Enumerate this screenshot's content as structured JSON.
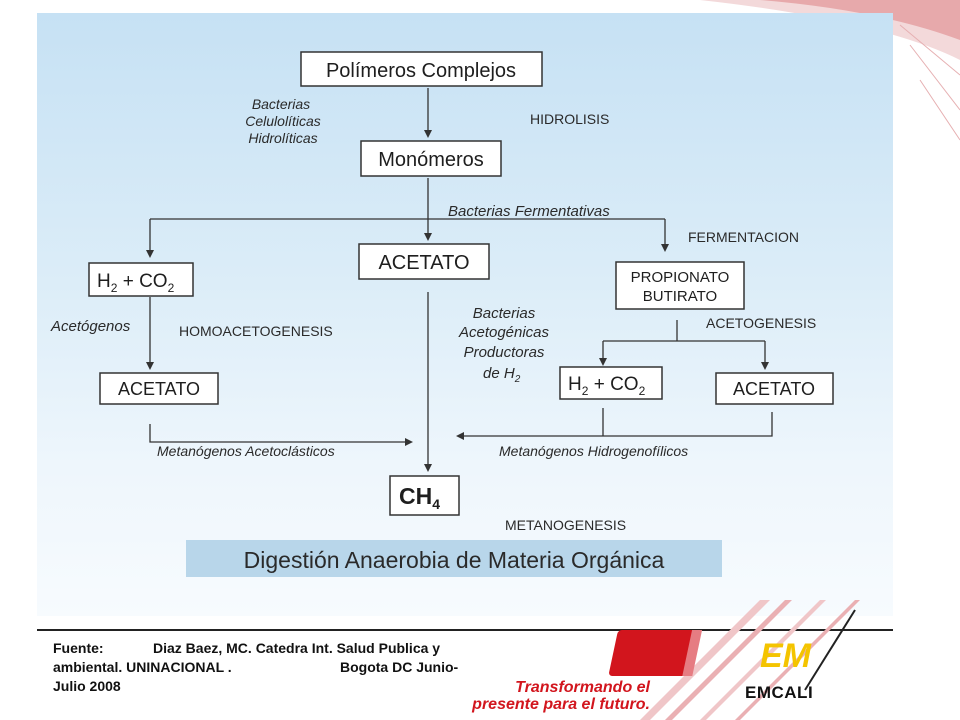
{
  "diagram": {
    "boxes": {
      "polimeros": "Polímeros Complejos",
      "monomeros": "Monómeros",
      "acetato_center": "ACETATO",
      "h2_left": "H",
      "h2_left_sub": "2",
      "h2_left_rest": " + CO",
      "h2_left_sub2": "2",
      "propionato_line1": "PROPIONATO",
      "propionato_line2": "BUTIRATO",
      "acetato_left": "ACETATO",
      "h2_right": "H",
      "h2_right_sub": "2",
      "h2_right_rest": " + CO",
      "h2_right_sub2": "2",
      "acetato_right": "ACETATO",
      "ch4": "CH",
      "ch4_sub": "4"
    },
    "labels": {
      "bacterias_hidroliticas": [
        "Bacterias",
        "Celulolíticas",
        "Hidrolíticas"
      ],
      "hidrolisis": "HIDROLISIS",
      "bacterias_fermentativas": "Bacterias Fermentativas",
      "fermentacion": "FERMENTACION",
      "acetogenos": "Acetógenos",
      "homoacetogenesis": "HOMOACETOGENESIS",
      "bacterias_acetogenicas": [
        "Bacterias",
        "Acetogénicas",
        "Productoras"
      ],
      "de_h2": "de H",
      "de_h2_sub": "2",
      "acetogenesis": "ACETOGENESIS",
      "metanogenos_acetoclasticos": "Metanógenos Acetoclásticos",
      "metanogenos_hidrogenofilicos": "Metanógenos Hidrogenofílicos",
      "metanogenesis": "METANOGENESIS"
    },
    "title": "Digestión Anaerobia de Materia Orgánica"
  },
  "footer": {
    "source_label": "Fuente:",
    "source_text_1": "Diaz Baez, MC. Catedra Int. Salud Publica y",
    "source_text_2a": "ambiental. UNINACIONAL .",
    "source_text_2b": "Bogota DC Junio-",
    "source_text_3": "Julio 2008"
  },
  "branding": {
    "logo_mark": "EM",
    "slogan_line1": "Transformando el",
    "slogan_line2": "presente para el futuro.",
    "name": "EMCALI",
    "accent_color": "#d2151d"
  }
}
